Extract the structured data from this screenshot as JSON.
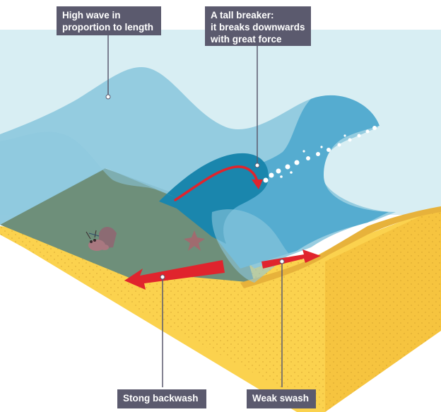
{
  "labels": {
    "high_wave": [
      "High wave in",
      "proportion to length"
    ],
    "tall_breaker": [
      "A tall breaker:",
      "it breaks downwards",
      "with great force"
    ],
    "backwash": "Stong backwash",
    "swash": "Weak swash"
  },
  "colors": {
    "sky": "#d8eef3",
    "water_light": "#8dc8de",
    "water_mid": "#55acd0",
    "water_dark": "#1a86ad",
    "seabed": "#6e8f7a",
    "sand": "#fbd24e",
    "sand_dark": "#e7b23b",
    "arrow": "#e0242d",
    "label_bg": "#5b5a6e",
    "leader": "#5b5a6e"
  },
  "icons": [
    "hermit-crab-icon",
    "starfish-icon"
  ]
}
